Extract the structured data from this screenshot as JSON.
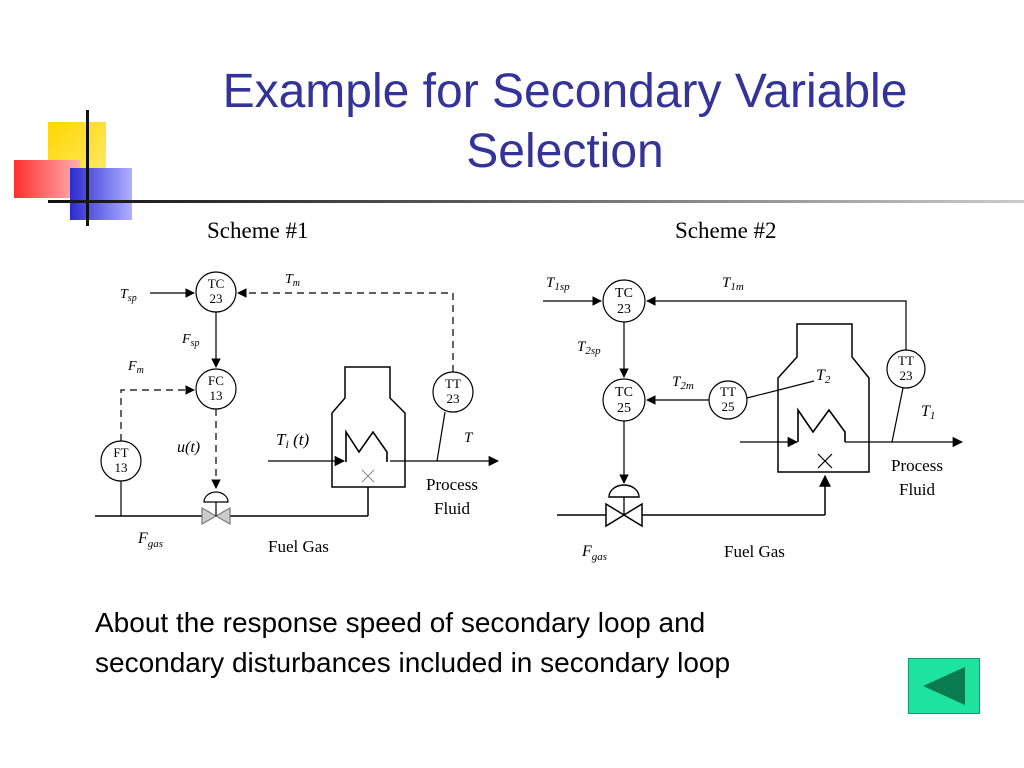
{
  "slide": {
    "title_line1": "Example for Secondary Variable",
    "title_line2": "Selection",
    "body_line1": "About the response speed of secondary loop and",
    "body_line2": "secondary disturbances included in secondary loop",
    "back_button_icon": "triangle-left-icon",
    "colors": {
      "title": "#333399",
      "deco_yellow": "#ffd700",
      "deco_red": "#ff4040",
      "deco_blue": "#3333cc",
      "button": "#1ee3a0",
      "button_icon": "#0a7a50"
    }
  },
  "scheme1": {
    "label": "Scheme #1",
    "tc": [
      "TC",
      "23"
    ],
    "fc": [
      "FC",
      "13"
    ],
    "ft": [
      "FT",
      "13"
    ],
    "tt": [
      "TT",
      "23"
    ],
    "t_sp": "T",
    "t_sp_sub": "sp",
    "t_m": "T",
    "t_m_sub": "m",
    "f_sp": "F",
    "f_sp_sub": "sp",
    "f_m": "F",
    "f_m_sub": "m",
    "u_t": "u(t)",
    "ti_t": "T",
    "ti_sub": "i",
    "ti_arg": " (t)",
    "t_out": "T",
    "process_fluid_1": "Process",
    "process_fluid_2": "Fluid",
    "f_gas": "F",
    "f_gas_sub": "gas",
    "fuel_gas": "Fuel Gas"
  },
  "scheme2": {
    "label": "Scheme #2",
    "tc23": [
      "TC",
      "23"
    ],
    "tc25": [
      "TC",
      "25"
    ],
    "tt25": [
      "TT",
      "25"
    ],
    "tt23": [
      "TT",
      "23"
    ],
    "t1sp": "T",
    "t1sp_sub": "1sp",
    "t1m": "T",
    "t1m_sub": "1m",
    "t2sp": "T",
    "t2sp_sub": "2sp",
    "t2m": "T",
    "t2m_sub": "2m",
    "t2": "T",
    "t2_sub": "2",
    "t1": "T",
    "t1_sub": "1",
    "process_fluid_1": "Process",
    "process_fluid_2": "Fluid",
    "f_gas": "F",
    "f_gas_sub": "gas",
    "fuel_gas": "Fuel Gas"
  }
}
